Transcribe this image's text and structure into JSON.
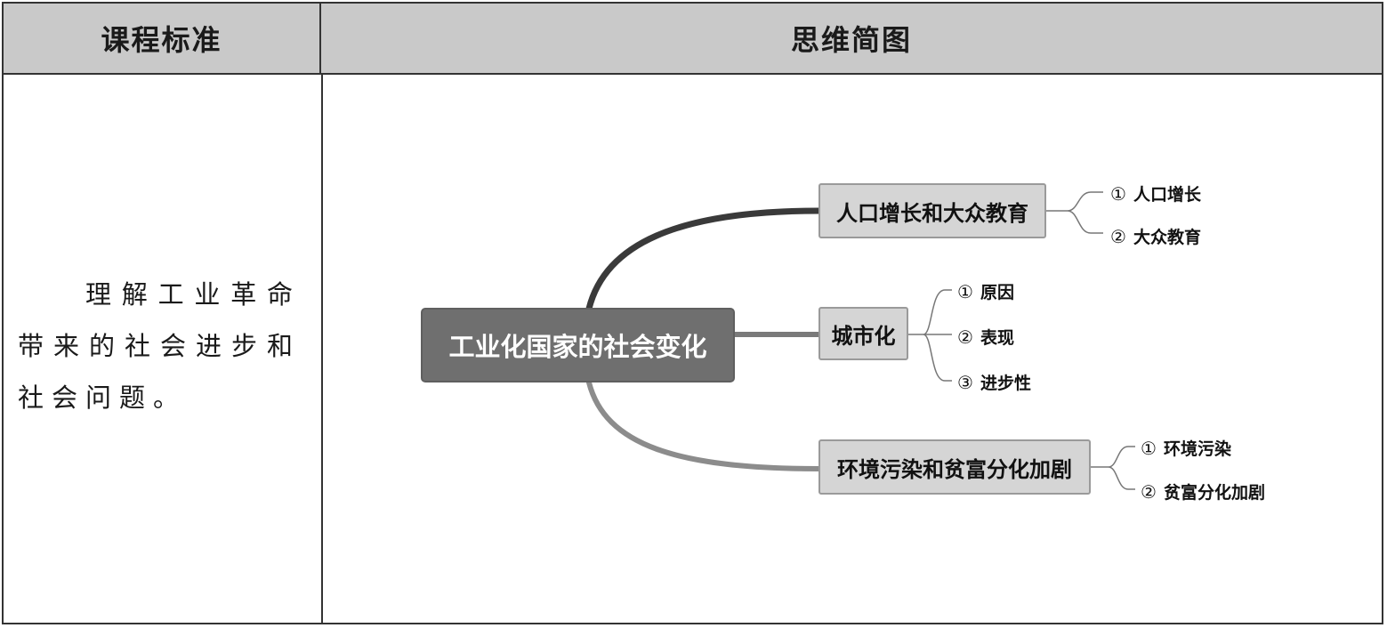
{
  "table": {
    "header_left": "课程标准",
    "header_right": "思维简图",
    "standard_text": "理解工业革命带来的社会进步和社会问题。"
  },
  "mindmap": {
    "root": "工业化国家的社会变化",
    "branches": [
      {
        "label": "人口增长和大众教育",
        "items": [
          {
            "num": "①",
            "text": "人口增长"
          },
          {
            "num": "②",
            "text": "大众教育"
          }
        ]
      },
      {
        "label": "城市化",
        "items": [
          {
            "num": "①",
            "text": "原因"
          },
          {
            "num": "②",
            "text": "表现"
          },
          {
            "num": "③",
            "text": "进步性"
          }
        ]
      },
      {
        "label": "环境污染和贫富分化加剧",
        "items": [
          {
            "num": "①",
            "text": "环境污染"
          },
          {
            "num": "②",
            "text": "贫富分化加剧"
          }
        ]
      }
    ]
  }
}
